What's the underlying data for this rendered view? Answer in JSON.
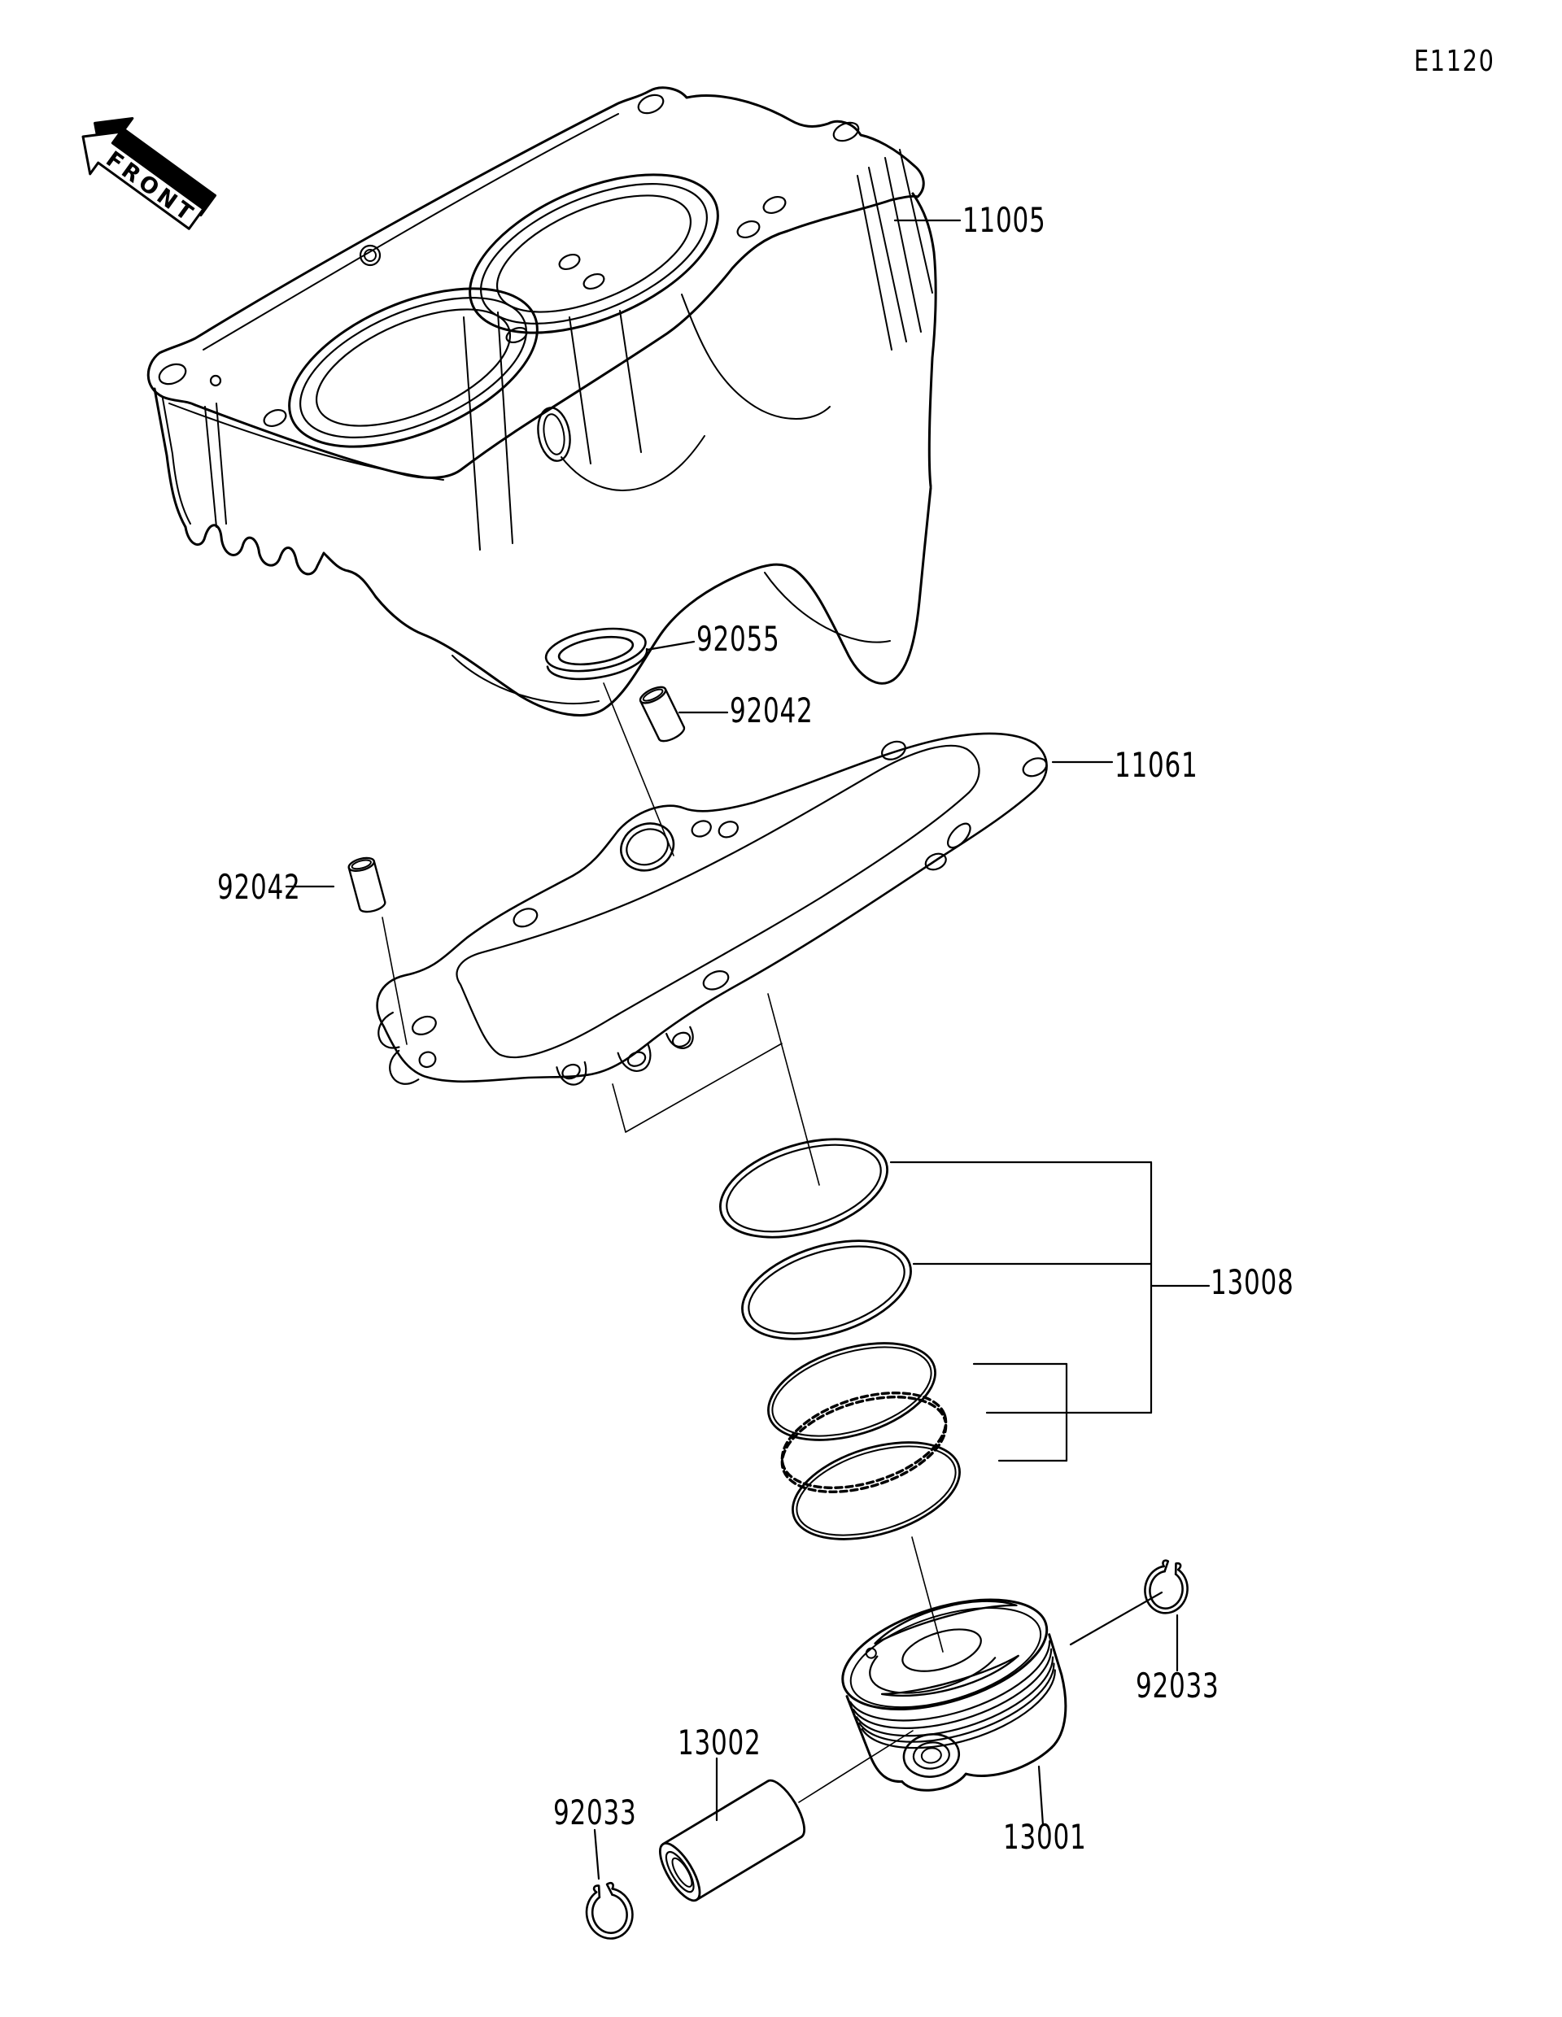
{
  "page": {
    "diagram_code": "E1120",
    "background_color": "#ffffff",
    "line_color": "#000000"
  },
  "front_marker": {
    "label": "FRONT"
  },
  "callouts": {
    "c11005": "11005",
    "c92055": "92055",
    "c92042_right": "92042",
    "c11061": "11061",
    "c92042_left": "92042",
    "c13008": "13008",
    "c92033_right": "92033",
    "c13002": "13002",
    "c92033_left": "92033",
    "c13001": "13001"
  }
}
